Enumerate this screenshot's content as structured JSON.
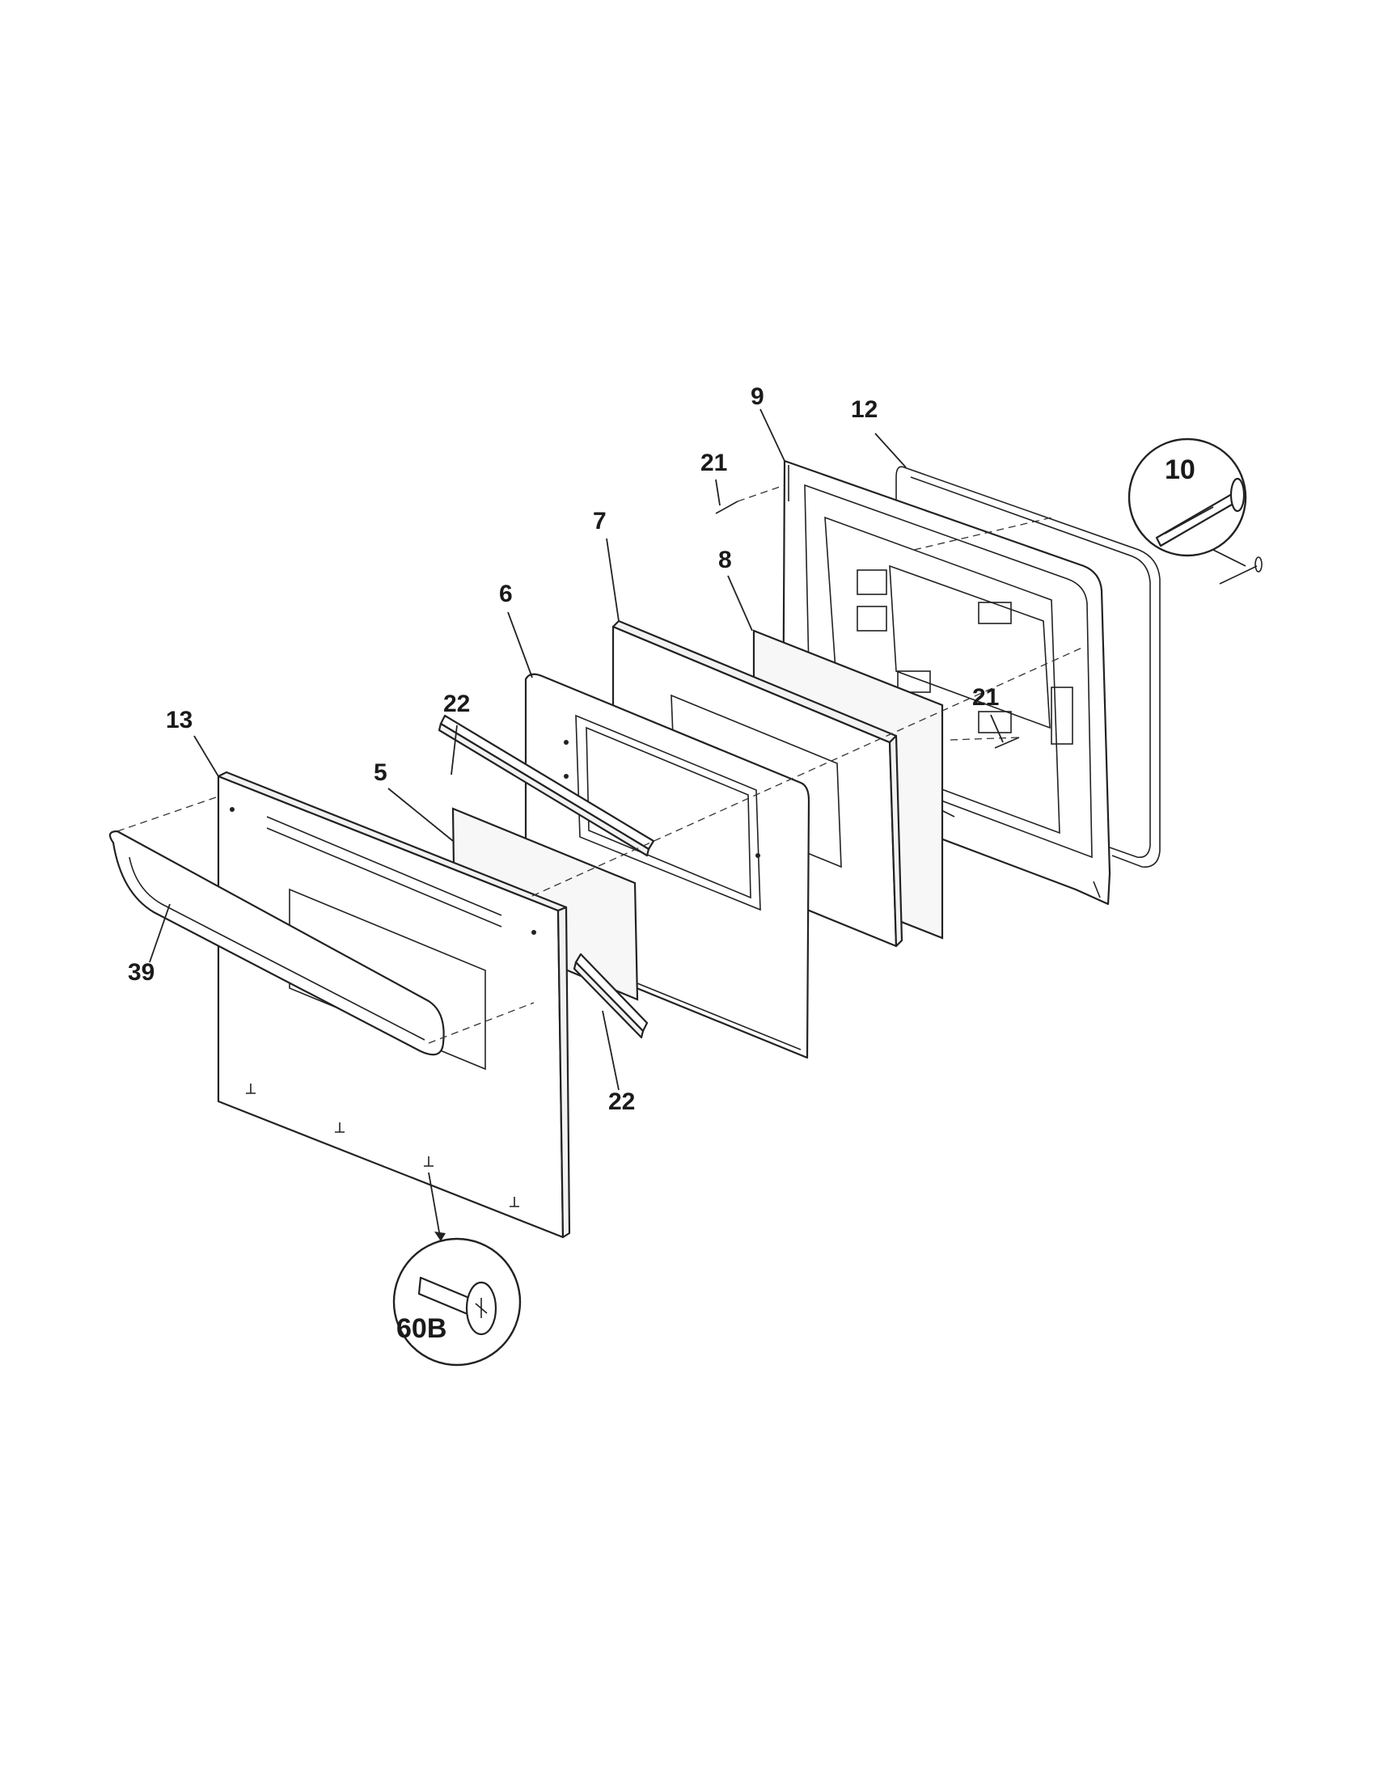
{
  "callouts": {
    "c5": "5",
    "c6": "6",
    "c7": "7",
    "c8": "8",
    "c9": "9",
    "c10": "10",
    "c12": "12",
    "c13": "13",
    "c21a": "21",
    "c21b": "21",
    "c22a": "22",
    "c22b": "22",
    "c39": "39",
    "c60b": "60B"
  }
}
